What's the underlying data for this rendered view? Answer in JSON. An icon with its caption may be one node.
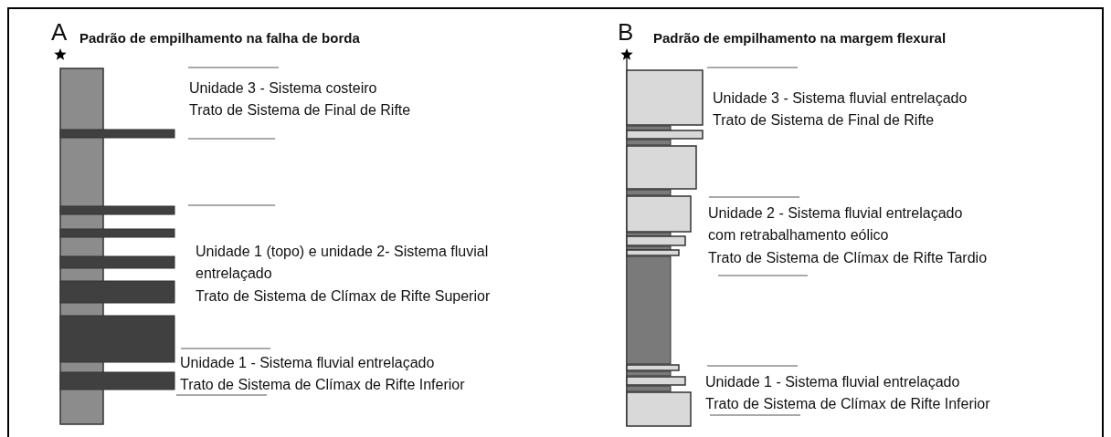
{
  "diagram": {
    "labels": [
      "A",
      "Padrão de empilhamento na falha de borda",
      "Unidade 3 - Sistema costeiro",
      "Trato de Sistema de Final de Rifte",
      "Unidade 1 (topo) e unidade 2- Sistema fluvial entrelaçado",
      "Trato de Sistema de Clímax de Rifte Superior",
      "Unidade 1 - Sistema fluvial entrelaçado",
      "Trato de Sistema de Clímax de Rifte Inferior",
      "B",
      "Padrão de empilhamento na margem flexural",
      "Unidade 3 - Sistema fluvial entrelaçado",
      "Trato de Sistema de Final de Rifte",
      "Unidade 2 - Sistema fluvial entrelaçado com retrabalhamento eólico",
      "Trato de Sistema de Clímax de Rifte Tardio",
      "Unidade 1 - Sistema fluvial entrelaçado",
      "Trato de Sistema de Clímax de Rifte Inferior"
    ]
  }
}
